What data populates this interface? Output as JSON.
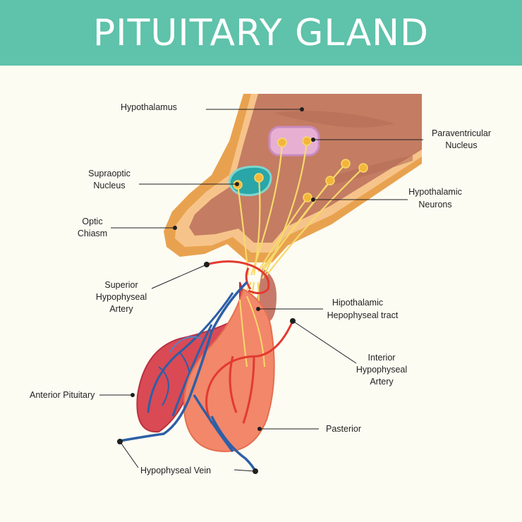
{
  "title": "PITUITARY GLAND",
  "colors": {
    "header": "#5fc2aa",
    "background": "#fdfcf3",
    "brain": "#c47c63",
    "brain_outline": "#e8a24f",
    "anterior": "#d94a55",
    "posterior": "#f2876a",
    "artery": "#e23a2f",
    "vein": "#2d5fa6",
    "nerve": "#f7d96a"
  },
  "labels": {
    "hypothalamus": "Hypothalamus",
    "paraventricular_1": "Paraventricular",
    "paraventricular_2": "Nucleus",
    "supraoptic_1": "Supraoptic",
    "supraoptic_2": "Nucleus",
    "hypothalamic_neurons_1": "Hypothalamic",
    "hypothalamic_neurons_2": "Neurons",
    "optic_chiasm_1": "Optic",
    "optic_chiasm_2": "Chiasm",
    "superior_artery_1": "Superior",
    "superior_artery_2": "Hypophyseal",
    "superior_artery_3": "Artery",
    "tract_1": "Hipothalamic",
    "tract_2": "Hepophyseal tract",
    "interior_artery_1": "Interior",
    "interior_artery_2": "Hypophyseal",
    "interior_artery_3": "Artery",
    "anterior_pituitary": "Anterior Pituitary",
    "posterior": "Pasterior",
    "hypophyseal_vein": "Hypophyseal Vein"
  }
}
